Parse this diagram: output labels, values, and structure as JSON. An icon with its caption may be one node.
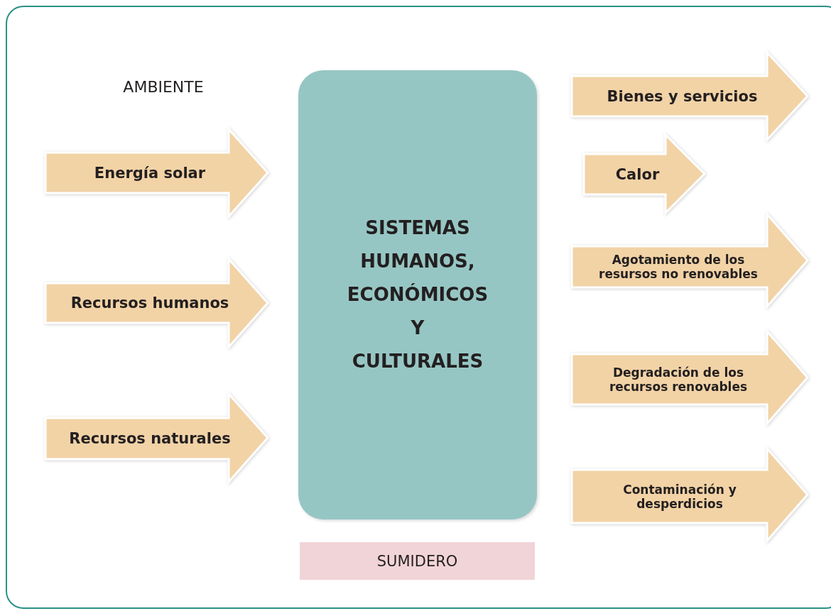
{
  "diagram": {
    "nodes": [
      {
        "text": [
          "AMBIENTE"
        ]
      },
      {
        "text": [
          "Energía solar"
        ],
        "in": 0
      },
      {
        "text": [
          "Recursos humanos"
        ],
        "in": 0
      },
      {
        "text": [
          "Recursos naturales"
        ],
        "in": 0
      },
      {
        "text": [
          "SISTEMAS HUMANOS, ECONÓMICOS Y CULTURALES"
        ],
        "in": 0
      },
      {
        "text": [
          "SUMIDERO"
        ],
        "in": 0
      },
      {
        "text": [
          "Bienes y servicios"
        ],
        "in": 0
      },
      {
        "text": [
          "Calor"
        ],
        "in": 0
      },
      {
        "text": [
          "Agotamiento de los resursos no renovables"
        ],
        "in": 0
      },
      {
        "text": [
          "Degradación de los recursos renovables"
        ],
        "in": 0
      },
      {
        "text": [
          "Contaminación y desperdicios"
        ],
        "in": 0
      }
    ]
  }
}
